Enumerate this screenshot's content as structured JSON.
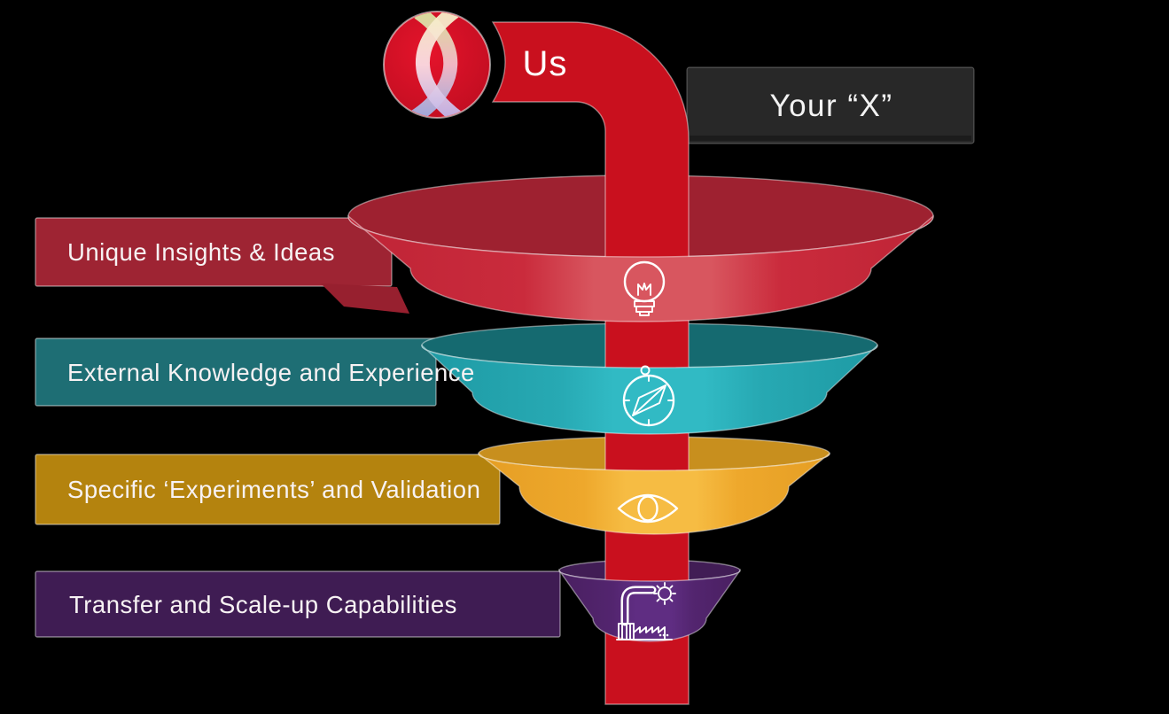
{
  "title": "Innovation funnel diagram",
  "background_color": "#000000",
  "header": {
    "us_label": "Us",
    "your_x_label": "Your “X”",
    "your_x_bg": "#282828",
    "your_x_text_color": "#F3F3F3",
    "pipe_color": "#C9101E",
    "logo_icon": "x-ribbon-logo",
    "logo_circle_color": "#D8101F"
  },
  "stages": [
    {
      "label": "Unique Insights & Ideas",
      "icon": "lightbulb-icon",
      "banner_color": "#9E2433",
      "ring_back_color": "#9E2130",
      "ring_front_edge_color": "#BF2436",
      "ring_front_center_color": "#D8565F"
    },
    {
      "label": "External Knowledge and Experience",
      "icon": "compass-icon",
      "banner_color": "#1E6E74",
      "ring_back_color": "#156A70",
      "ring_front_edge_color": "#1E9AA4",
      "ring_front_center_color": "#31BAC4"
    },
    {
      "label": "Specific ‘Experiments’ and Validation",
      "icon": "eye-icon",
      "banner_color": "#B4830E",
      "ring_back_color": "#C88F1E",
      "ring_front_edge_color": "#E59E24",
      "ring_front_center_color": "#F6BC43"
    },
    {
      "label": "Transfer and Scale-up Capabilities",
      "icon": "factory-icon",
      "banner_color": "#3F1C53",
      "ring_back_color": "#411D55",
      "ring_front_edge_color": "#491F60",
      "ring_front_center_color": "#5F2D82"
    }
  ]
}
